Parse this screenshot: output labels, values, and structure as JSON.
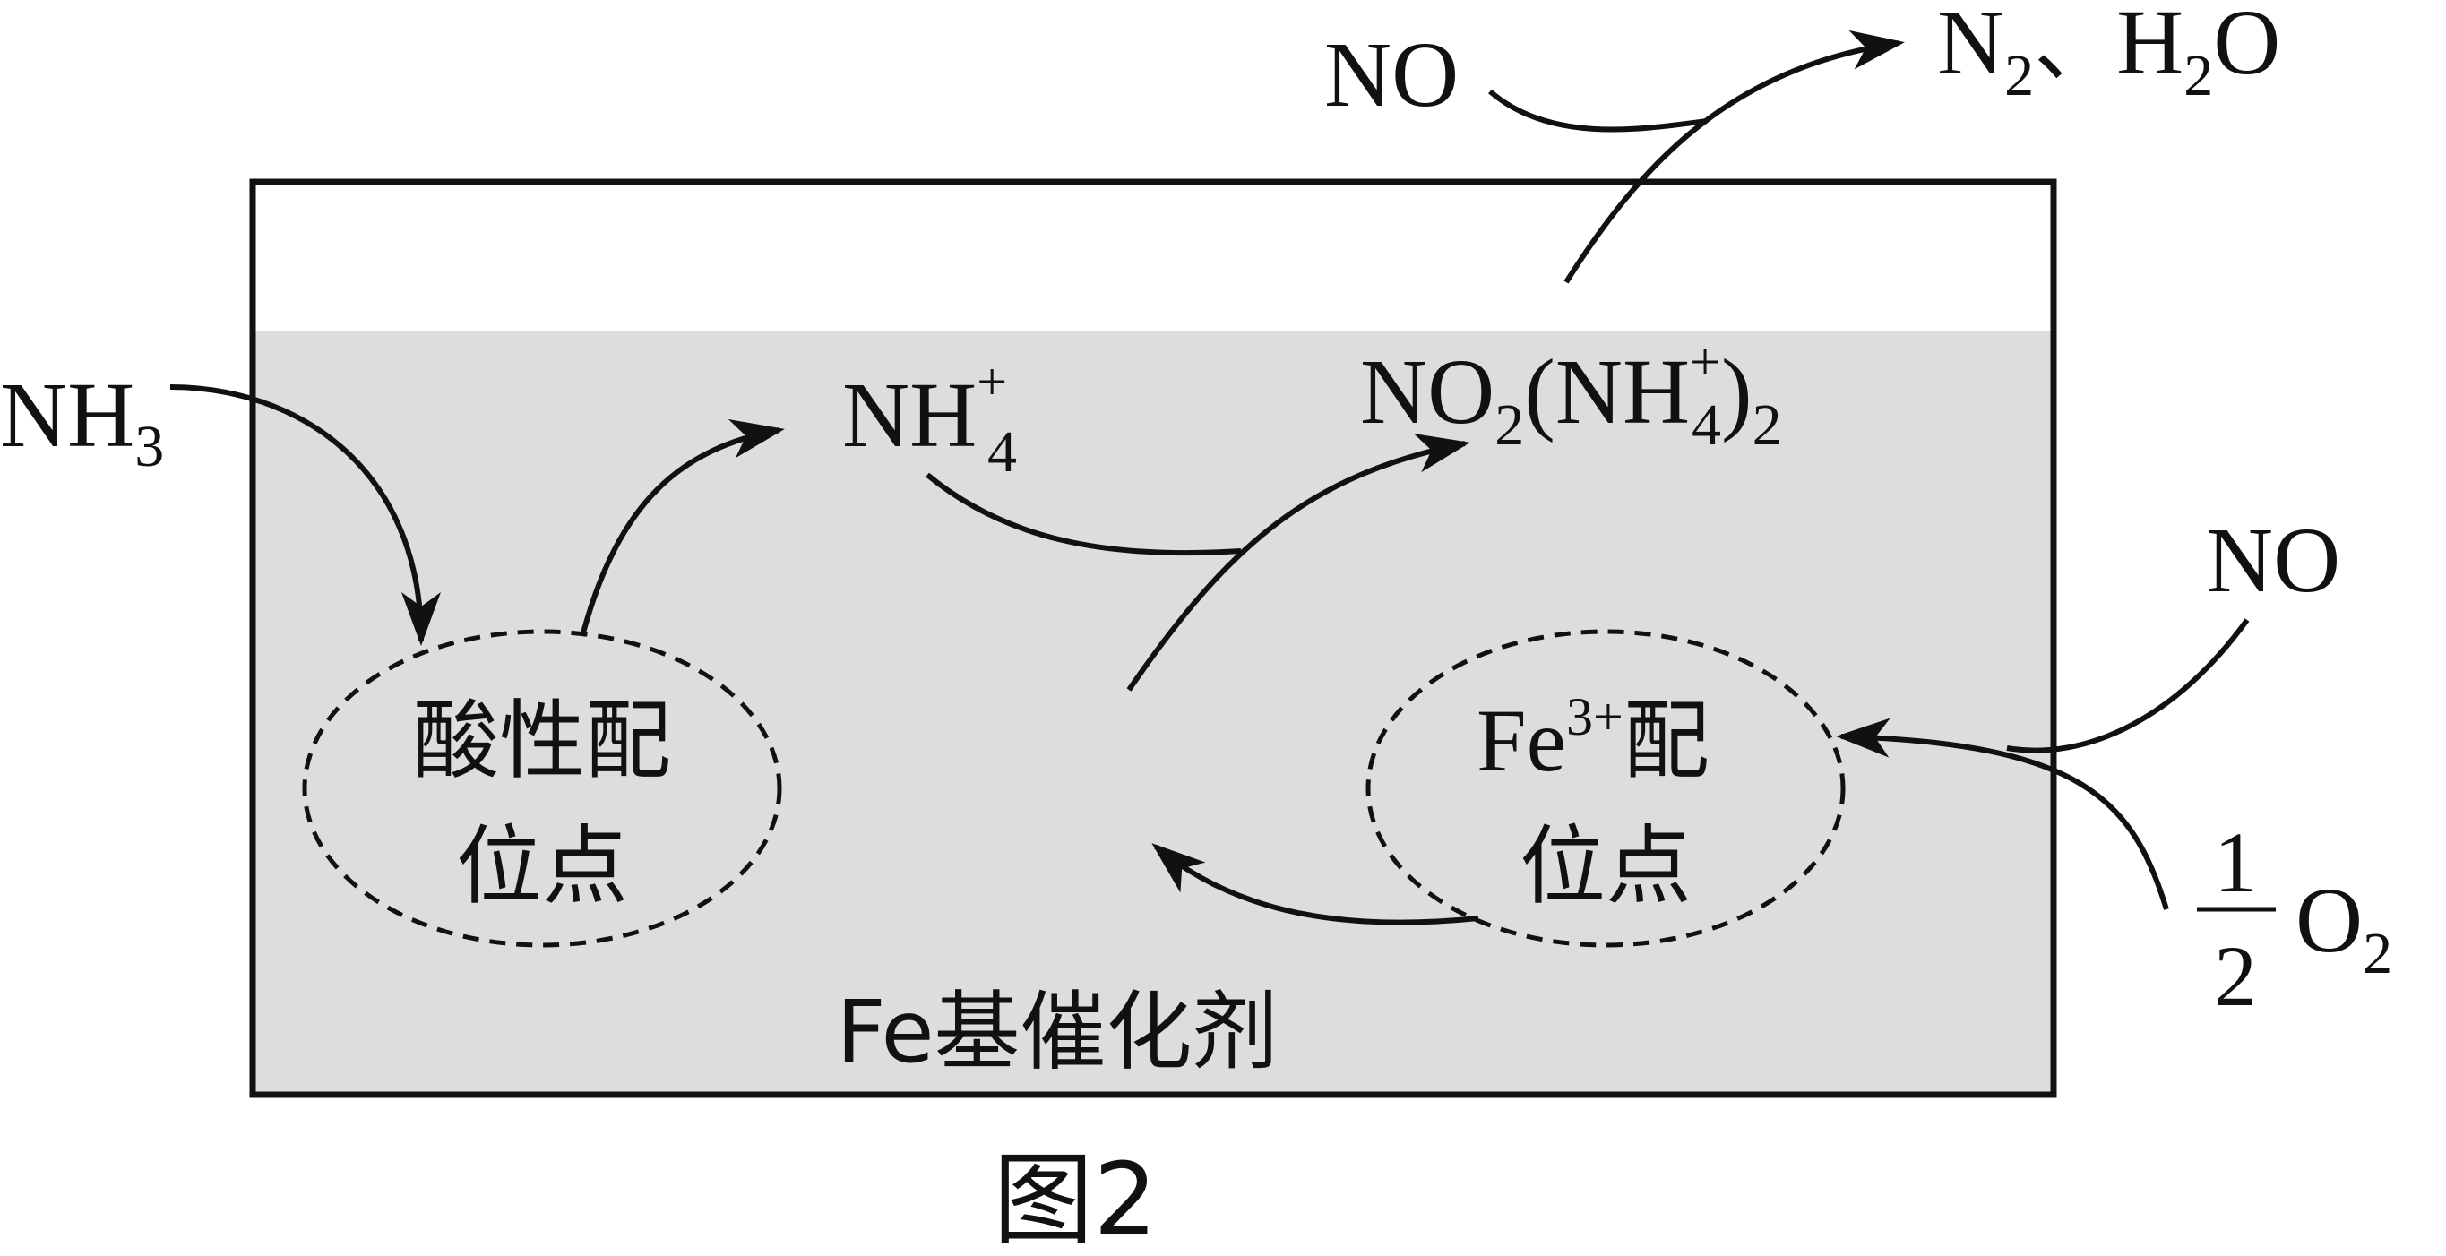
{
  "figure_label": "图2",
  "catalyst_label": "Fe基催化剂",
  "acid_site": {
    "line1": "酸性配",
    "line2": "位点"
  },
  "fe_site": {
    "prefix": "Fe",
    "charge": "3+",
    "suffix": "配",
    "line2": "位点"
  },
  "species": {
    "nh3": {
      "base": "NH",
      "sub": "3"
    },
    "nh4": {
      "base": "NH",
      "sub": "4",
      "sup": "+"
    },
    "no2_complex": {
      "p1": "NO",
      "sub1": "2",
      "p2": "(NH",
      "sub2": "4",
      "sup2": "+",
      "p3": ")",
      "sub3": "2"
    },
    "no_top": "NO",
    "products": {
      "n": "N",
      "n_sub": "2",
      "sep": "、",
      "h": "H",
      "h_sub": "2",
      "o": "O"
    },
    "no_right": "NO",
    "o2": {
      "num": "1",
      "den": "2",
      "base": "O",
      "sub": "2"
    }
  },
  "colors": {
    "catalyst_fill": "#dcdddd",
    "stroke": "#111111",
    "background": "#ffffff"
  }
}
